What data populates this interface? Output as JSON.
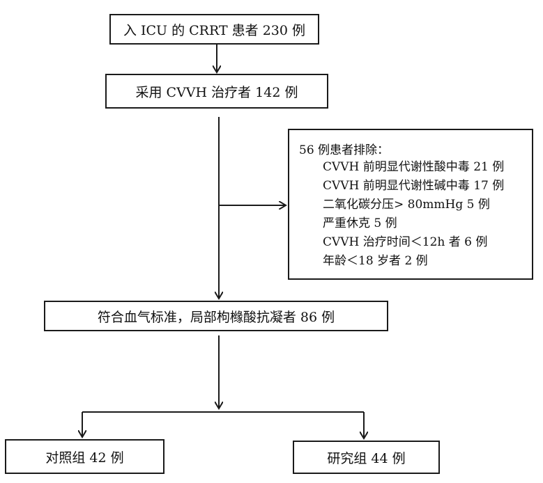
{
  "nodes": {
    "icu_total": "入 ICU 的 CRRT 患者 230 例",
    "cvvh": "采用 CVVH 治疗者 142 例",
    "included": "符合血气标准，局部枸橼酸抗凝者 86 例",
    "control": "对照组 42 例",
    "study": "研究组 44 例"
  },
  "exclusion": {
    "title": "56 例患者排除：",
    "items": [
      "CVVH 前明显代谢性酸中毒 21 例",
      "CVVH 前明显代谢性碱中毒 17 例",
      "二氧化碳分压> 80mmHg 5 例",
      "严重休克  5 例",
      "CVVH 治疗时间＜12h 者 6 例",
      "年龄＜18 岁者 2 例"
    ]
  }
}
